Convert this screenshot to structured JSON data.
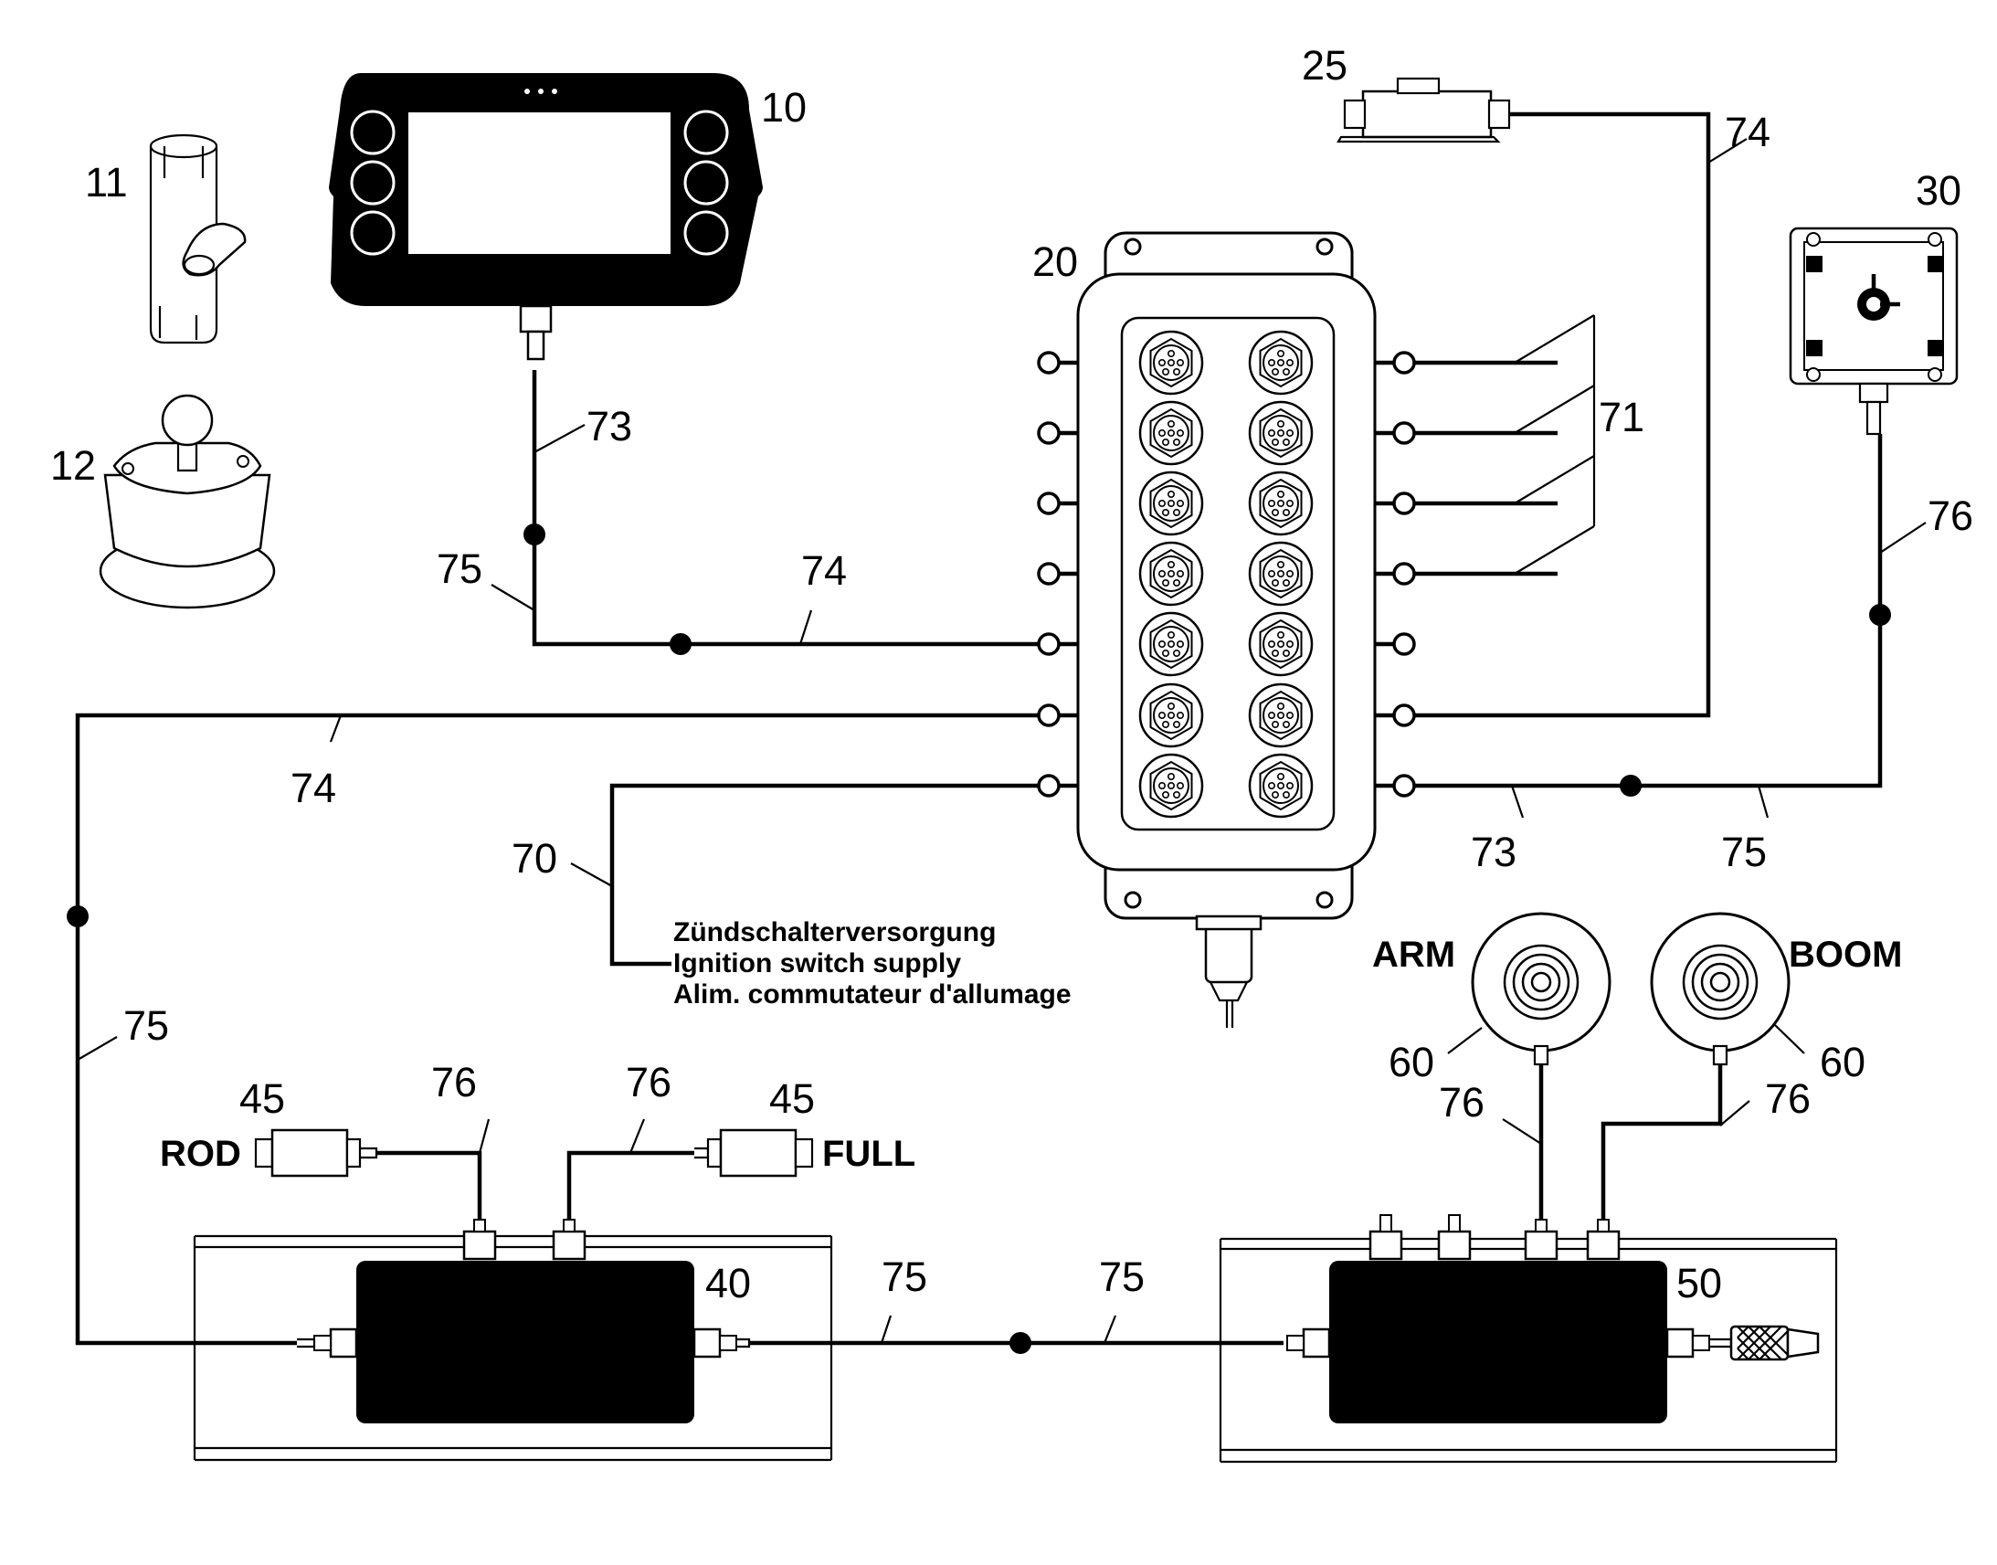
{
  "labels": {
    "display": "10",
    "mount_clamp": "11",
    "ball_mount": "12",
    "hub": "20",
    "tilt_sensor": "25",
    "angle_sensor": "30",
    "module_rod_full": "40",
    "pressure_sensor": "45",
    "module_arm_boom": "50",
    "rotary_sensor": "60",
    "ignition_wire": "70",
    "ports_group": "71",
    "cable_73": "73",
    "cable_74": "74",
    "cable_75": "75",
    "cable_76": "76"
  },
  "sensor_names": {
    "rod": "ROD",
    "full": "FULL",
    "arm": "ARM",
    "boom": "BOOM"
  },
  "ignition_note": {
    "de": "Zündschalterversorgung",
    "en": "Ignition switch supply",
    "fr": "Alim. commutateur d'allumage"
  }
}
